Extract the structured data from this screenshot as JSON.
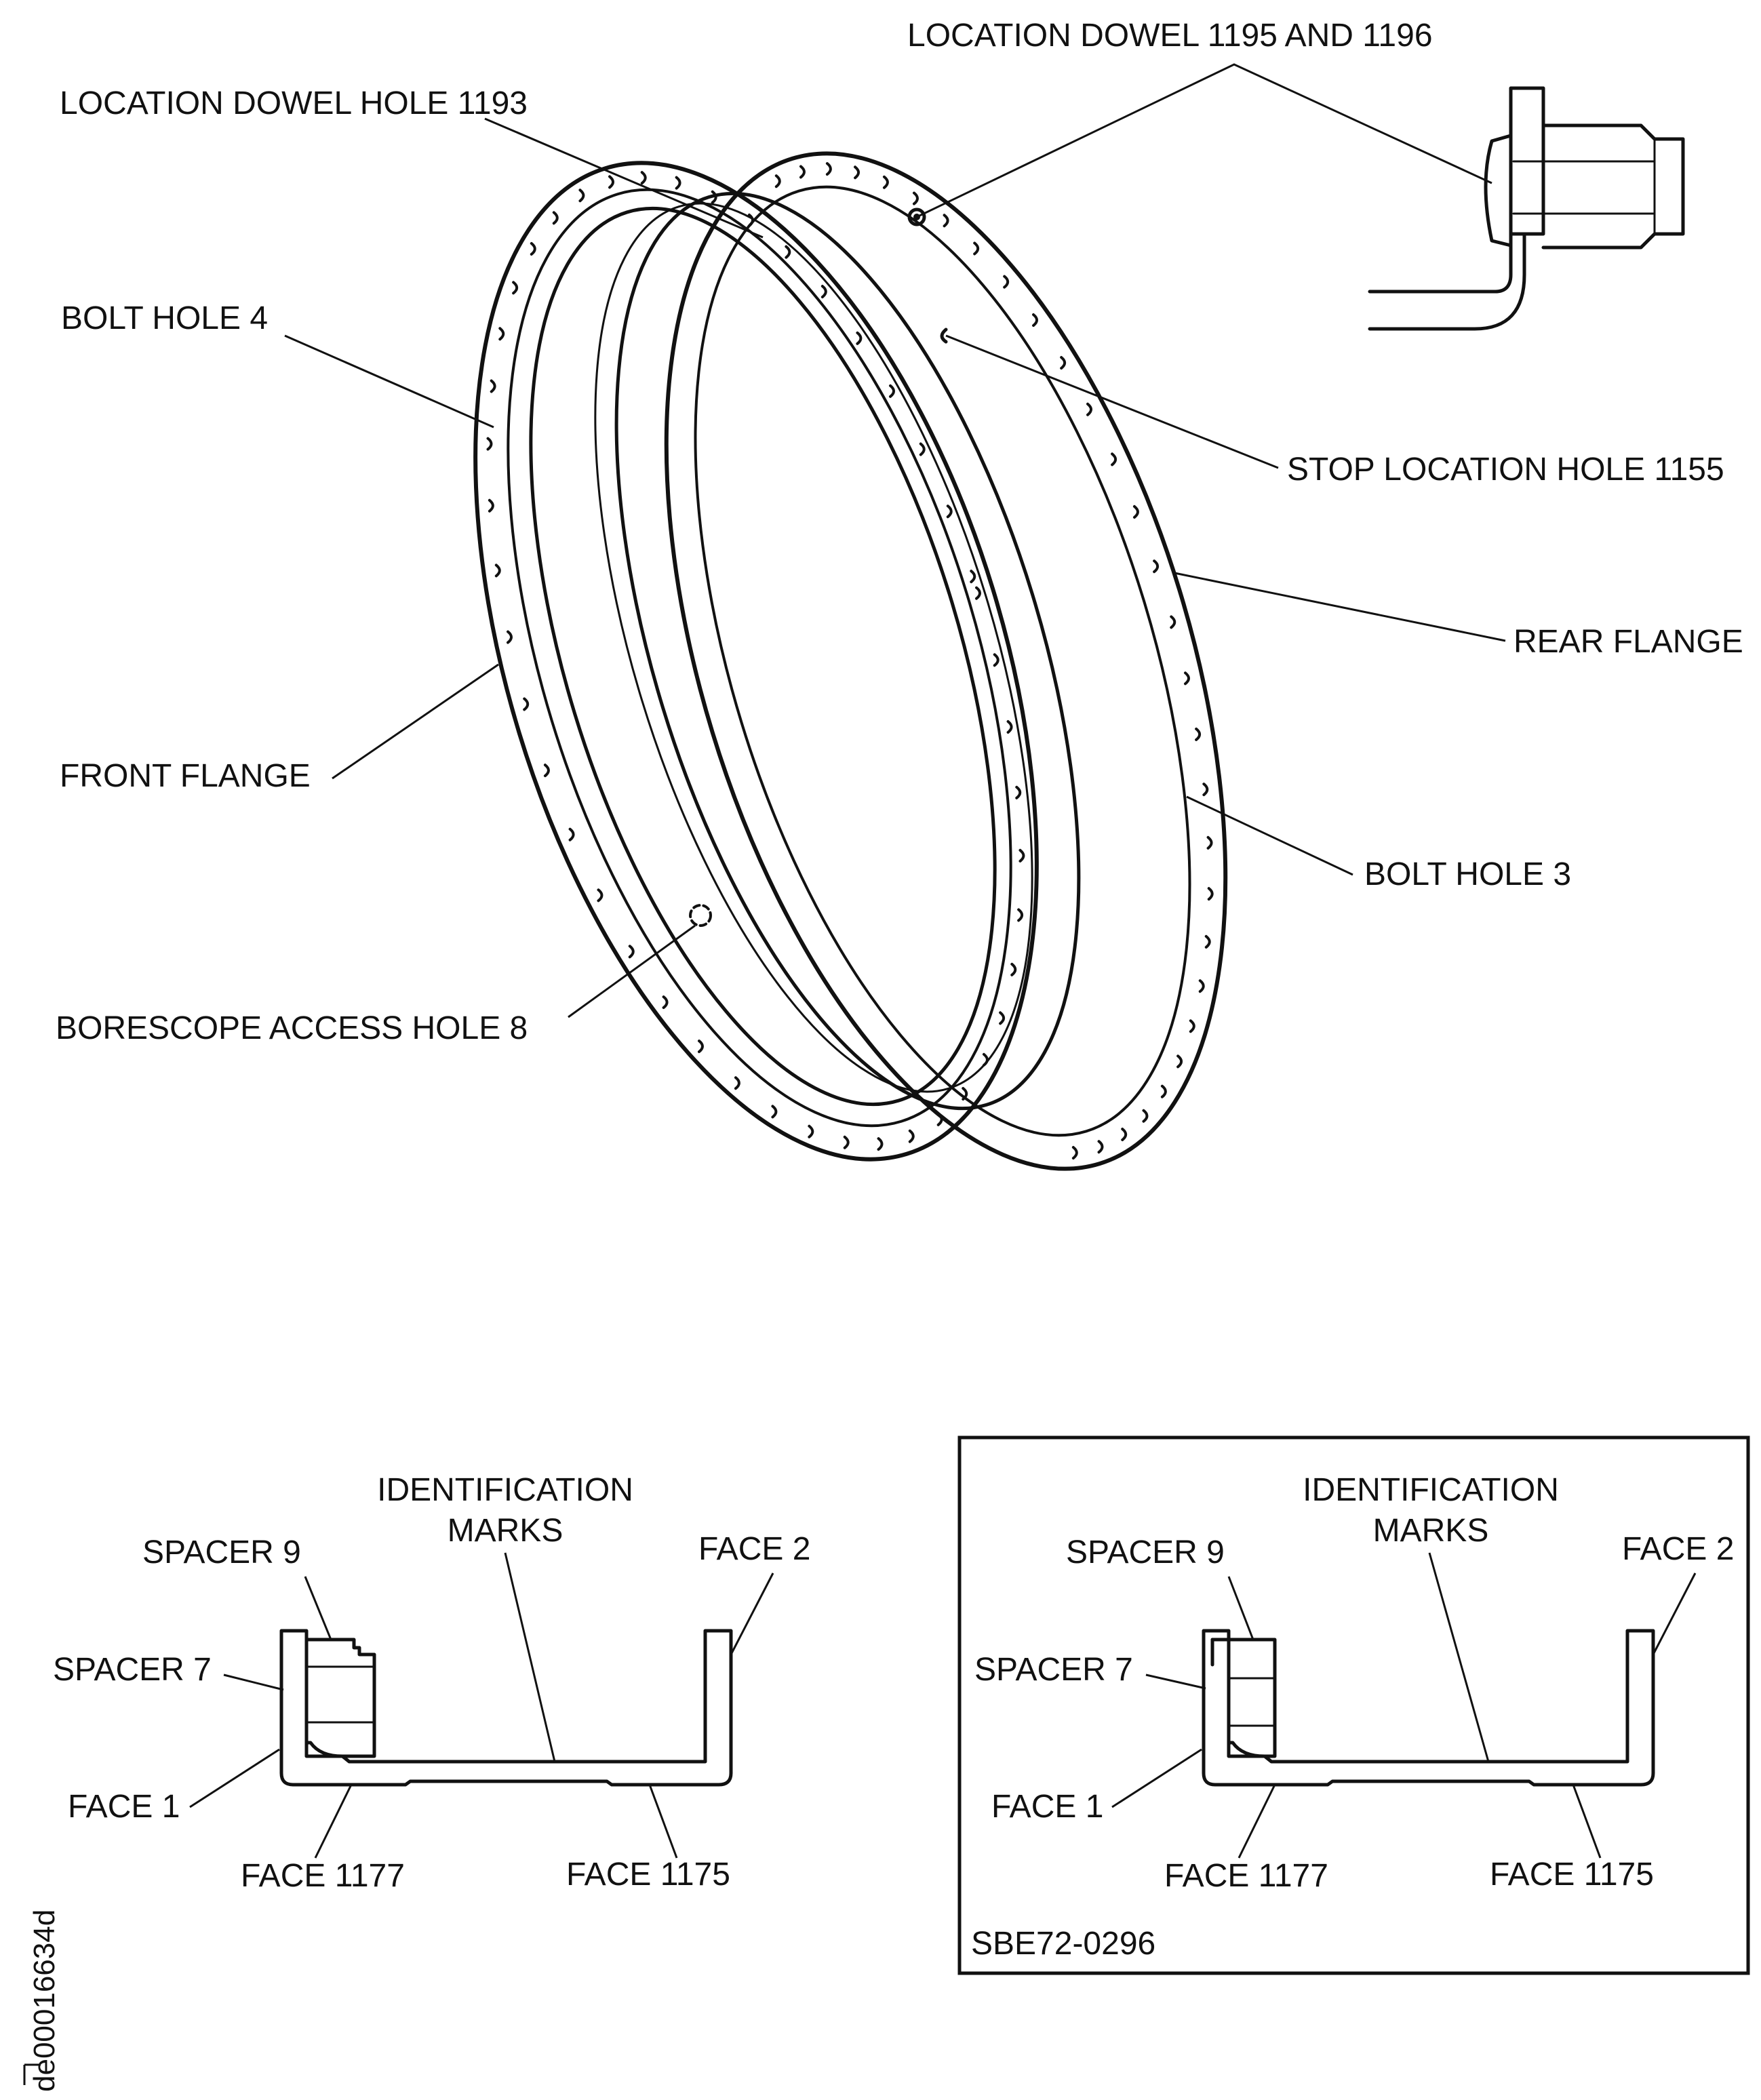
{
  "labels": {
    "location_dowel_1195_1196": "LOCATION DOWEL 1195 AND 1196",
    "location_dowel_hole_1193": "LOCATION DOWEL HOLE 1193",
    "bolt_hole_4": "BOLT HOLE 4",
    "stop_location_hole_1155": "STOP LOCATION HOLE 1155",
    "rear_flange": "REAR FLANGE",
    "front_flange": "FRONT FLANGE",
    "bolt_hole_3": "BOLT HOLE 3",
    "borescope_access_hole_8": "BORESCOPE ACCESS HOLE 8"
  },
  "section_left": {
    "identification_marks_line1": "IDENTIFICATION",
    "identification_marks_line2": "MARKS",
    "spacer_9": "SPACER 9",
    "spacer_7": "SPACER 7",
    "face_2": "FACE 2",
    "face_1": "FACE 1",
    "face_1177": "FACE 1177",
    "face_1175": "FACE 1175"
  },
  "section_right": {
    "identification_marks_line1": "IDENTIFICATION",
    "identification_marks_line2": "MARKS",
    "spacer_9": "SPACER 9",
    "spacer_7": "SPACER 7",
    "face_2": "FACE 2",
    "face_1": "FACE 1",
    "face_1177": "FACE 1177",
    "face_1175": "FACE 1175",
    "reference": "SBE72-0296"
  },
  "drawing_id": "de00016634d"
}
